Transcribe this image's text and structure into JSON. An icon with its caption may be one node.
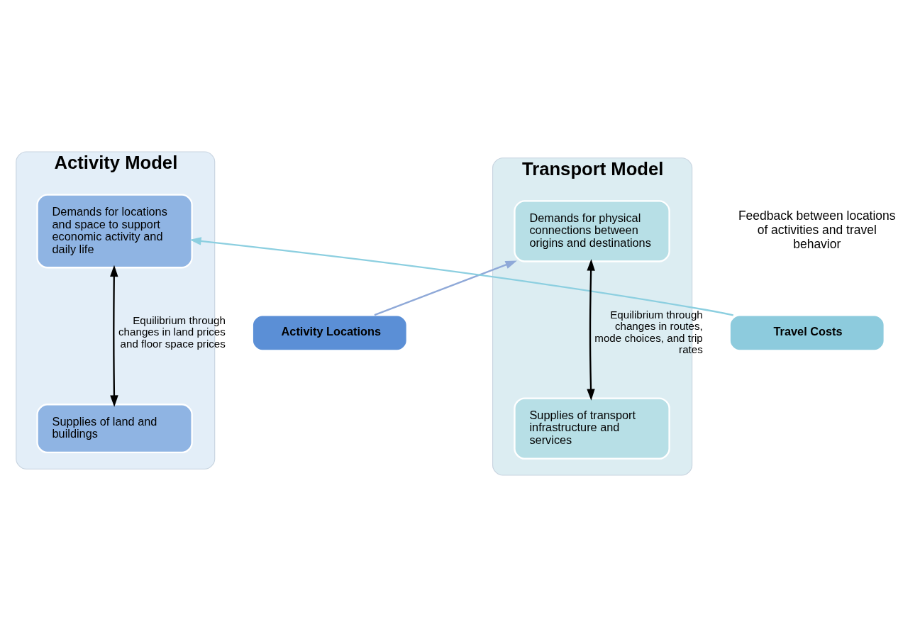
{
  "diagram": {
    "nodes": [
      {
        "text": [
          "Activity Model"
        ]
      },
      {
        "text": [
          "Demands for locations and space to support economic activity and daily life"
        ],
        "in": 0
      },
      {
        "text": [
          "Activity Locations"
        ]
      },
      {
        "text": [
          "Supplies of land and buildings"
        ],
        "in": 0
      },
      {
        "text": [
          "Transport Model"
        ]
      },
      {
        "text": [
          "Demands for physical connections between origins and destinations"
        ],
        "in": 4
      },
      {
        "text": [
          "Travel Costs"
        ]
      },
      {
        "text": [
          "Supplies of transport infrastructure and services"
        ],
        "in": 4
      }
    ],
    "edges": [
      {
        "from": 1,
        "to": 3,
        "arrow": "both",
        "label": "Equilibrium through changes in land prices and floor space prices"
      },
      {
        "from": 5,
        "to": 7,
        "arrow": "both",
        "label": "Equilibrium through changes in routes, mode choices, and trip rates"
      },
      {
        "from": 2,
        "to": 5,
        "arrow": "to",
        "color": "#8fa9d8"
      },
      {
        "from": 6,
        "to": 1,
        "arrow": "to",
        "color": "#8ccfe0"
      }
    ],
    "labels": [
      "Feedback between locations of activities and travel behavior"
    ]
  }
}
